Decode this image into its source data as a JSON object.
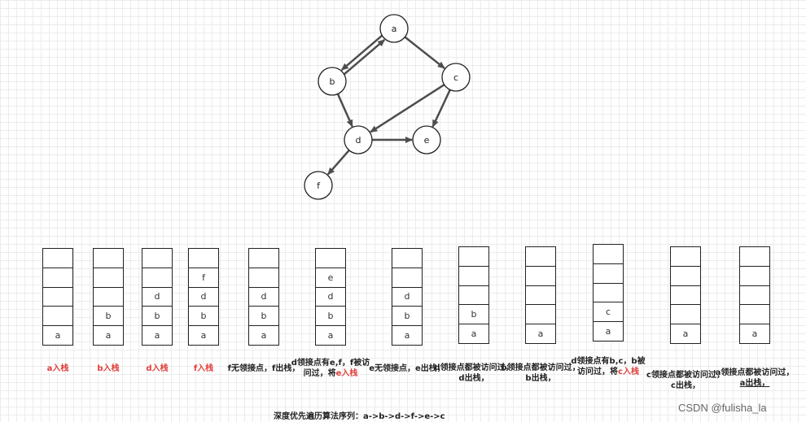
{
  "graph": {
    "nodes": [
      {
        "id": "a",
        "label": "a"
      },
      {
        "id": "b",
        "label": "b"
      },
      {
        "id": "c",
        "label": "c"
      },
      {
        "id": "d",
        "label": "d"
      },
      {
        "id": "e",
        "label": "e"
      },
      {
        "id": "f",
        "label": "f"
      }
    ],
    "edges": [
      {
        "from": "a",
        "to": "b"
      },
      {
        "from": "b",
        "to": "a"
      },
      {
        "from": "a",
        "to": "c"
      },
      {
        "from": "b",
        "to": "d"
      },
      {
        "from": "c",
        "to": "d"
      },
      {
        "from": "c",
        "to": "e"
      },
      {
        "from": "d",
        "to": "e"
      },
      {
        "from": "d",
        "to": "f"
      }
    ]
  },
  "stacks": [
    {
      "cells": [
        "",
        "",
        "",
        "",
        "a"
      ],
      "caption": [
        {
          "text": "a入栈",
          "red": true
        }
      ]
    },
    {
      "cells": [
        "",
        "",
        "",
        "b",
        "a"
      ],
      "caption": [
        {
          "text": "b入栈",
          "red": true
        }
      ]
    },
    {
      "cells": [
        "",
        "",
        "d",
        "b",
        "a"
      ],
      "caption": [
        {
          "text": "d入栈",
          "red": true
        }
      ]
    },
    {
      "cells": [
        "",
        "f",
        "d",
        "b",
        "a"
      ],
      "caption": [
        {
          "text": "f入栈",
          "red": true
        }
      ]
    },
    {
      "cells": [
        "",
        "",
        "d",
        "b",
        "a"
      ],
      "caption": [
        {
          "text": "f无领接点，f出栈，"
        }
      ]
    },
    {
      "cells": [
        "",
        "e",
        "d",
        "b",
        "a"
      ],
      "caption": [
        {
          "text": "d领接点有e,f，f被访问过，将"
        },
        {
          "text": "e入栈",
          "red": true
        }
      ]
    },
    {
      "cells": [
        "",
        "",
        "d",
        "b",
        "a"
      ],
      "caption": [
        {
          "text": "e无领接点，e出栈，"
        }
      ]
    },
    {
      "cells": [
        "",
        "",
        "",
        "b",
        "a"
      ],
      "caption": [
        {
          "text": "d领接点都被访问过，d出栈，"
        }
      ]
    },
    {
      "cells": [
        "",
        "",
        "",
        "",
        "a"
      ],
      "caption": [
        {
          "text": "b领接点都被访问过，b出栈，"
        }
      ]
    },
    {
      "cells": [
        "",
        "",
        "",
        "c",
        "a"
      ],
      "caption": [
        {
          "text": "d领接点有b,c，b被访问过，将"
        },
        {
          "text": "c入栈",
          "red": true
        }
      ]
    },
    {
      "cells": [
        "",
        "",
        "",
        "",
        "a"
      ],
      "caption": [
        {
          "text": "c领接点都被访问过，c出栈，"
        }
      ]
    },
    {
      "cells": [
        "",
        "",
        "",
        "",
        "a"
      ],
      "caption": [
        {
          "text": "a领接点都被访问过，"
        },
        {
          "text": "a出栈，",
          "underline": true
        }
      ]
    }
  ],
  "sequence_text": "深度优先遍历算法序列：a->b->d->f->e->c",
  "watermark": "CSDN @fulisha_la",
  "colors": {
    "highlight": "#e0403a",
    "edge": "#4d4d4d",
    "grid": "#ececec"
  }
}
